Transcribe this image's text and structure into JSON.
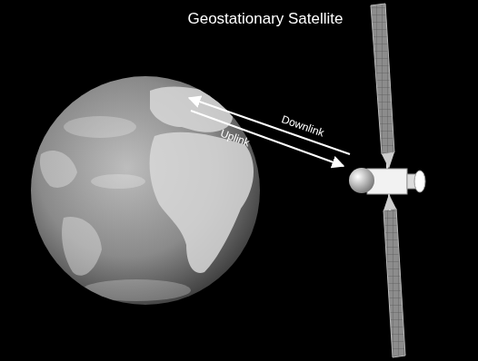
{
  "diagram": {
    "title": "Geostationary Satellite",
    "labels": [
      "Downlink",
      "Uplink"
    ]
  }
}
